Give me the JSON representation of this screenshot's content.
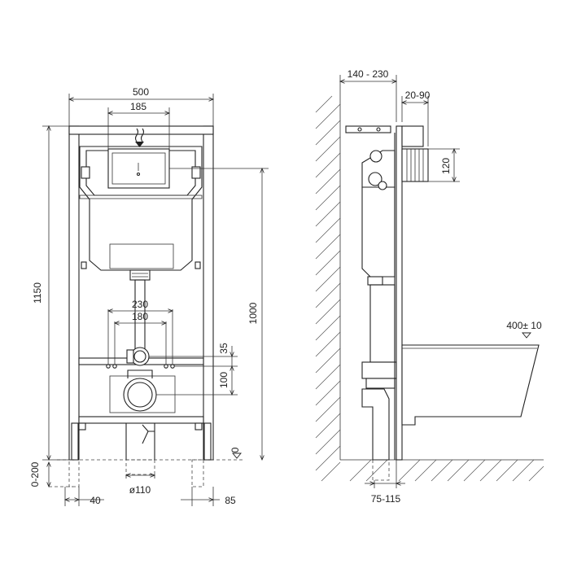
{
  "front_view": {
    "width_total": "500",
    "width_panel": "185",
    "height_total": "1150",
    "height_outlet": "1000",
    "width_bolts_outer": "230",
    "width_bolts_inner": "180",
    "dim_35": "35",
    "dim_100": "100",
    "zero_level": "0",
    "foot_adjust": "0-200",
    "foot_40": "40",
    "drain_diameter": "ø110",
    "foot_85": "85"
  },
  "side_view": {
    "wall_distance": "140 - 230",
    "cover_depth": "20-90",
    "pipe_height": "120",
    "bowl_height": "400± 10",
    "foot_depth": "75-115"
  },
  "colors": {
    "line": "#222222",
    "hatch": "#555555",
    "background": "#ffffff"
  },
  "icons": [
    "flush-arrow-icon"
  ]
}
